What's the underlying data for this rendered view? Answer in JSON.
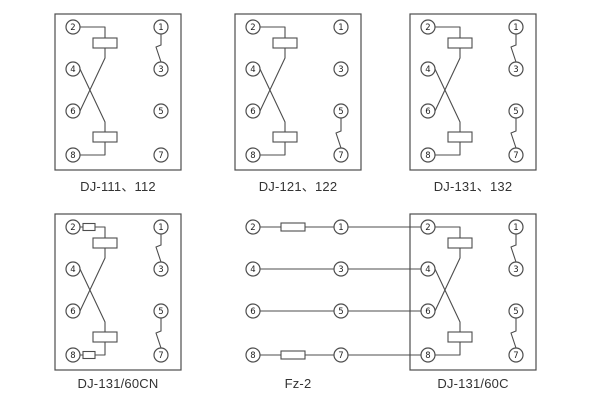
{
  "figure": {
    "background": "#ffffff",
    "ink_color": "#4d4d4d",
    "text_color": "#333333"
  },
  "diagrams": [
    {
      "label": "DJ-111、112",
      "left": [
        "2",
        "4",
        "6",
        "8"
      ],
      "right": [
        "1",
        "3",
        "5",
        "7"
      ]
    },
    {
      "label": "DJ-121、122",
      "left": [
        "2",
        "4",
        "6",
        "8"
      ],
      "right": [
        "1",
        "3",
        "5",
        "7"
      ]
    },
    {
      "label": "DJ-131、132",
      "left": [
        "2",
        "4",
        "6",
        "8"
      ],
      "right": [
        "1",
        "3",
        "5",
        "7"
      ]
    },
    {
      "label": "DJ-131/60CN",
      "left": [
        "2",
        "4",
        "6",
        "8"
      ],
      "right": [
        "1",
        "3",
        "5",
        "7"
      ]
    },
    {
      "label": "Fz-2",
      "left": [
        "2",
        "4",
        "6",
        "8"
      ],
      "right": [
        "1",
        "3",
        "5",
        "7"
      ]
    },
    {
      "label": "DJ-131/60C",
      "left": [
        "2",
        "4",
        "6",
        "8"
      ],
      "right": [
        "1",
        "3",
        "5",
        "7"
      ]
    }
  ]
}
